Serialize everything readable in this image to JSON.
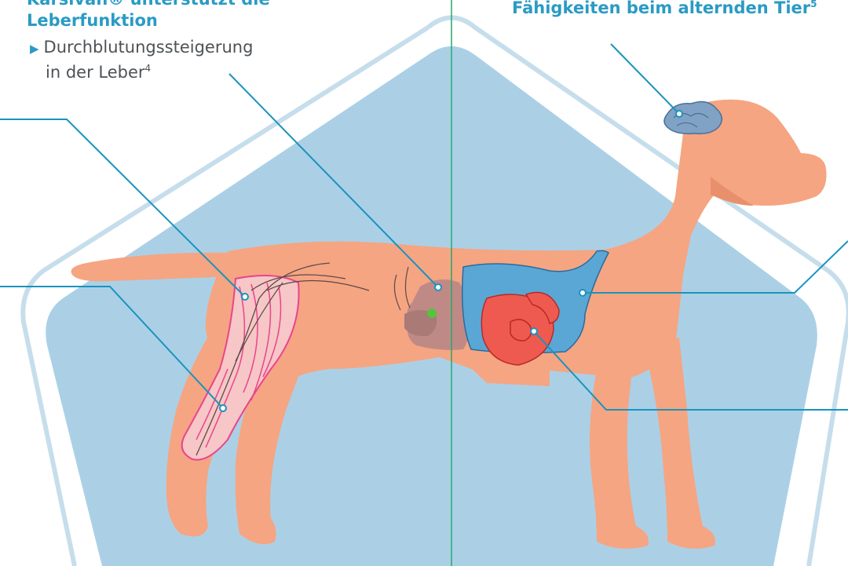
{
  "callouts": {
    "liver": {
      "title_line1": "Karsivan® unterstützt die",
      "title_line2": "Leberfunktion",
      "bullet_text": "Durchblutungssteigerung",
      "bullet_text_line2": "in der Leber",
      "bullet_footnote": "4"
    },
    "brain": {
      "title_fragment": "Fähigkeiten beim alternden Tier",
      "footnote": "5"
    }
  },
  "colors": {
    "background_shape": "#abd0e6",
    "outline": "#c6deec",
    "dog_body": "#f5a582",
    "leader_line": "#1a93bd",
    "center_divider": "#25a96a",
    "muscle": "#e8458d",
    "heart": "#ef5a50",
    "blood_vessels": "#5aa7d6",
    "brain": "#7fa2c5",
    "liver": "#bf8a85",
    "gallbladder": "#53c53c"
  }
}
